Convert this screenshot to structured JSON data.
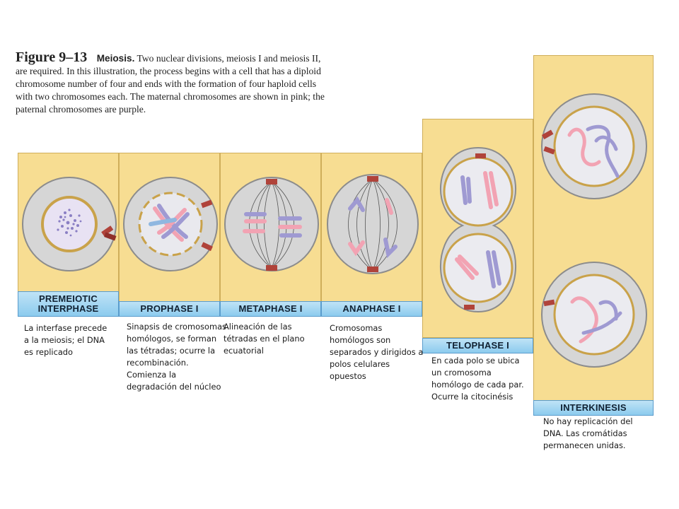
{
  "caption": {
    "figure_label": "Figure 9–13",
    "title": "Meiosis.",
    "text": "Two nuclear divisions, meiosis I and meiosis II, are required. In this illustration, the process begins with a cell that has a diploid chromosome number of four and ends with the formation of four haploid cells with two chromosomes each. The maternal chromosomes are shown in pink; the paternal chromosomes are purple."
  },
  "stages": [
    {
      "label": "PREMEIOTIC\nINTERPHASE",
      "description": "La interfase precede a la meiosis; el DNA es replicado"
    },
    {
      "label": "PROPHASE I",
      "description": "Sinapsis de cromosomas homólogos, se forman las tétradas; ocurre la recombinación. Comienza la degradación del núcleo"
    },
    {
      "label": "METAPHASE I",
      "description": "Alineación de las tétradas en el plano ecuatorial"
    },
    {
      "label": "ANAPHASE I",
      "description": "Cromosomas homólogos son separados y dirigidos a polos celulares opuestos"
    },
    {
      "label": "TELOPHASE I",
      "description": "En cada polo se ubica un cromosoma homólogo de cada par. Ocurre la citocinésis"
    },
    {
      "label": "INTERKINESIS",
      "description": "No hay replicación del DNA. Las cromátidas permanecen unidas."
    }
  ],
  "colors": {
    "maternal": "#f2a3b3",
    "paternal": "#9f9ad2",
    "panel": "#f7dd92",
    "label": "#8ccbee",
    "centrosome": "#b0433a"
  }
}
